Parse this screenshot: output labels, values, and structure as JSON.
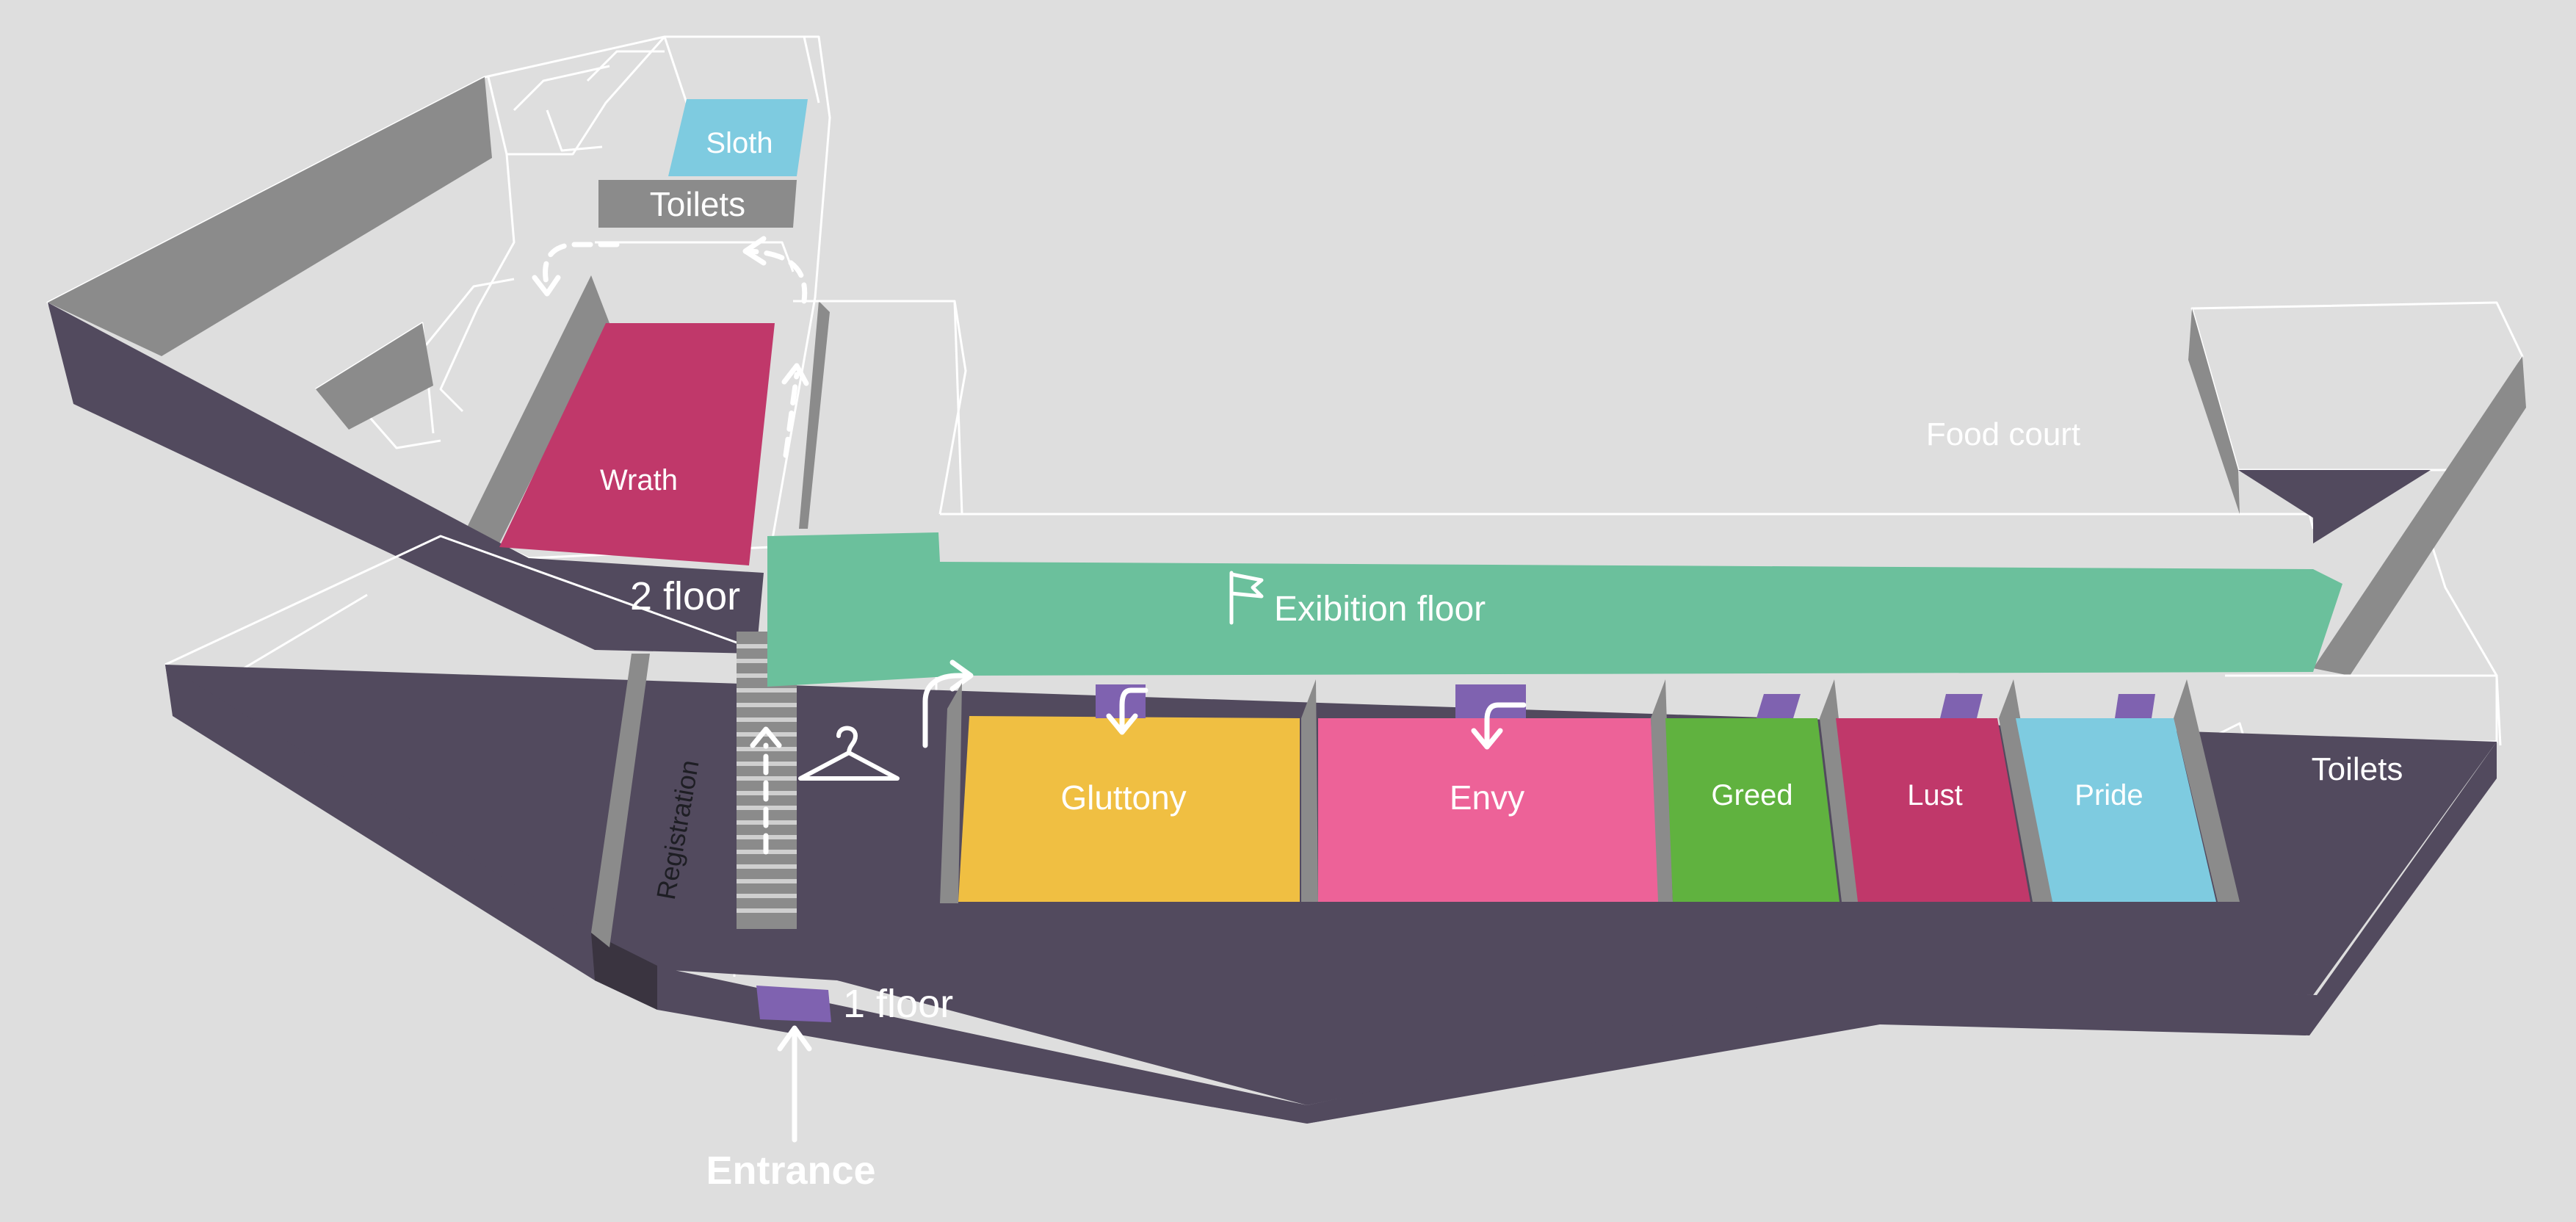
{
  "colors": {
    "background": "#dedede",
    "floor_outline": "#ffffff",
    "wall_dark": "#524a5e",
    "wall_gray": "#8b8b8b",
    "exhibition": "#6bc09c",
    "wrath": "#c0386a",
    "sloth": "#7ecbe0",
    "gluttony": "#f0bf42",
    "envy": "#ed6298",
    "greed": "#60b23f",
    "lust": "#c0386a",
    "pride": "#7ecbe0",
    "door_marker": "#7f62b0",
    "toilets": "#8b8b8b"
  },
  "floors": {
    "first": "1 floor",
    "second": "2 floor"
  },
  "rooms": {
    "sloth": "Sloth",
    "wrath": "Wrath",
    "gluttony": "Gluttony",
    "envy": "Envy",
    "greed": "Greed",
    "lust": "Lust",
    "pride": "Pride"
  },
  "areas": {
    "toilets_upper": "Toilets",
    "toilets_right": "Toilets",
    "food_court": "Food court",
    "exhibition_floor": "Exibition floor",
    "registration": "Registration",
    "entrance": "Entrance"
  },
  "icons": {
    "exhibition": "flag-icon",
    "cloakroom": "coat-hanger-icon",
    "stairs": "stairs-icon"
  }
}
